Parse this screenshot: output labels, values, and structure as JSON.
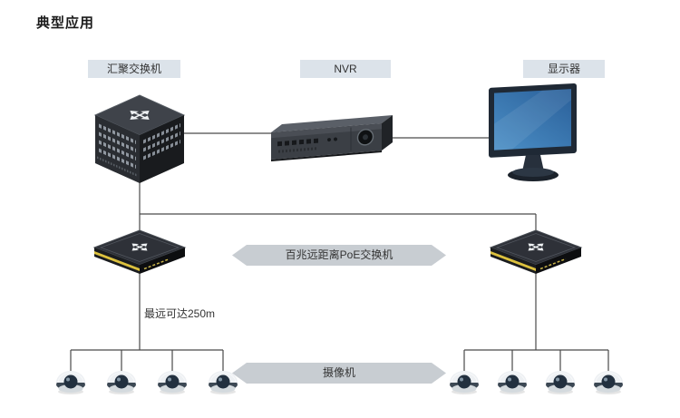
{
  "title": "典型应用",
  "labels": {
    "aggregation_switch": "汇聚交换机",
    "nvr": "NVR",
    "monitor": "显示器"
  },
  "banners": {
    "poe": "百兆远距离PoE交换机",
    "cameras": "摄像机"
  },
  "annotations": {
    "max_distance": "最远可达250m"
  },
  "devices": {
    "aggregation_switch_count": 1,
    "nvr_count": 1,
    "monitor_count": 1,
    "poe_switch_count": 2,
    "camera_count": 8
  },
  "colors": {
    "background": "#ffffff",
    "label_bg": "#dce3ea",
    "banner_bg": "#c8cdd2",
    "wire": "#4a4a4a",
    "device_dark": "#2b2e33",
    "screen_blue": "#3d7fb8",
    "accent_yellow": "#dcc13e"
  }
}
